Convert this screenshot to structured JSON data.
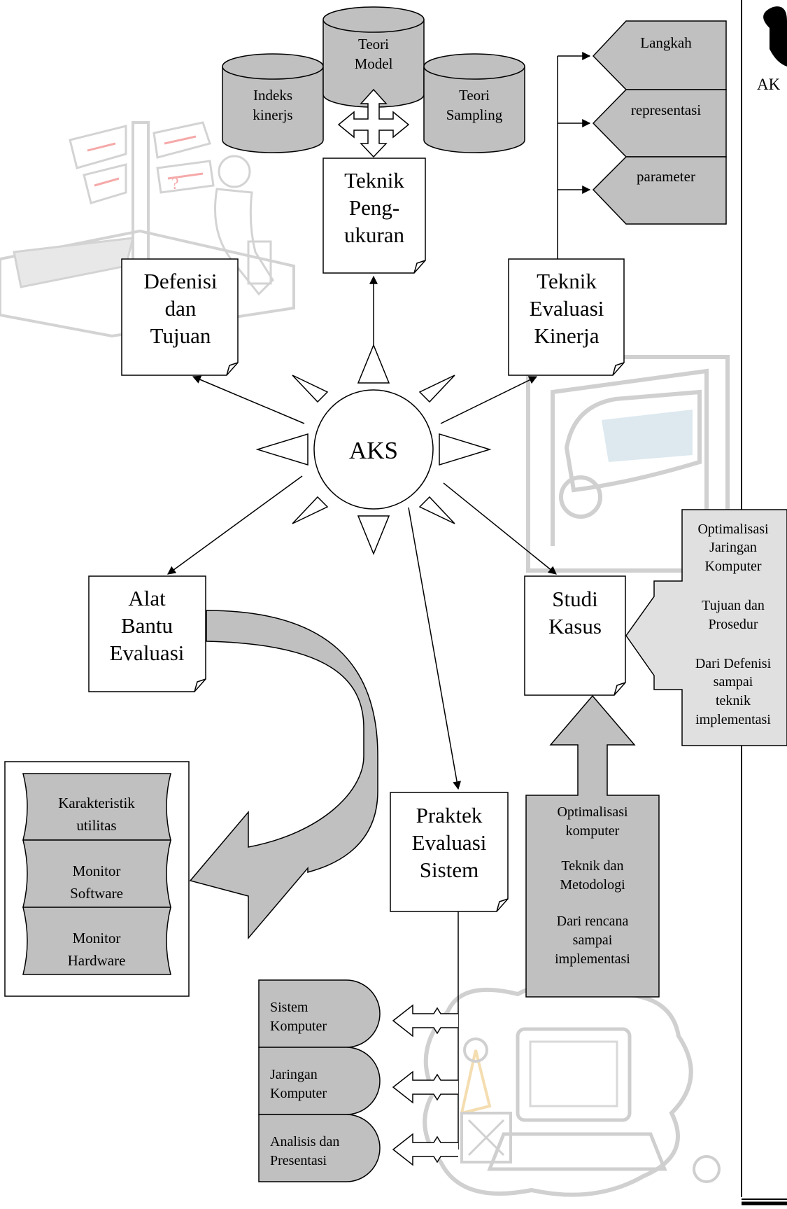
{
  "center": {
    "label": "AKS"
  },
  "top_cylinders": {
    "left": [
      "Indeks",
      "kinerjs"
    ],
    "center": [
      "Teori",
      "Model"
    ],
    "right": [
      "Teori",
      "Sampling"
    ]
  },
  "nodes": {
    "definisi": [
      "Defenisi",
      "dan",
      "Tujuan"
    ],
    "pengukuran": [
      "Teknik",
      "Peng-",
      "ukuran"
    ],
    "evaluasi_kinerja": [
      "Teknik",
      "Evaluasi",
      "Kinerja"
    ],
    "alat_bantu": [
      "Alat",
      "Bantu",
      "Evaluasi"
    ],
    "studi_kasus": [
      "Studi",
      "Kasus"
    ],
    "praktek": [
      "Praktek",
      "Evaluasi",
      "Sistem"
    ]
  },
  "pentagons": [
    "Langkah",
    "representasi",
    "parameter"
  ],
  "right_callout": {
    "item1": [
      "Optimalisasi",
      "Jaringan",
      "Komputer"
    ],
    "item2": [
      "Tujuan dan",
      "Prosedur"
    ],
    "item3": [
      "Dari Defenisi",
      "sampai",
      "teknik",
      "implementasi"
    ]
  },
  "bottom_callout": {
    "item1": [
      "Optimalisasi",
      "komputer"
    ],
    "item2": [
      "Teknik dan",
      "Metodologi"
    ],
    "item3": [
      "Dari rencana",
      "sampai",
      "implementasi"
    ]
  },
  "tools_box": {
    "item1": [
      "Karakteristik",
      "utilitas"
    ],
    "item2": [
      "Monitor",
      "Software"
    ],
    "item3": [
      "Monitor",
      "Hardware"
    ]
  },
  "practice_items": {
    "item1": [
      "Sistem",
      "Komputer"
    ],
    "item2": [
      "Jaringan",
      "Komputer"
    ],
    "item3": [
      "Analisis dan",
      "Presentasi"
    ]
  },
  "right_panel": {
    "label": "AK"
  },
  "colors": {
    "fill": "#c0c0c0",
    "light": "#d9d9d9",
    "stroke": "#000000",
    "watermark": "#d0d0d0",
    "pink": "#f4a0a0",
    "cream": "#f4ddb0"
  }
}
